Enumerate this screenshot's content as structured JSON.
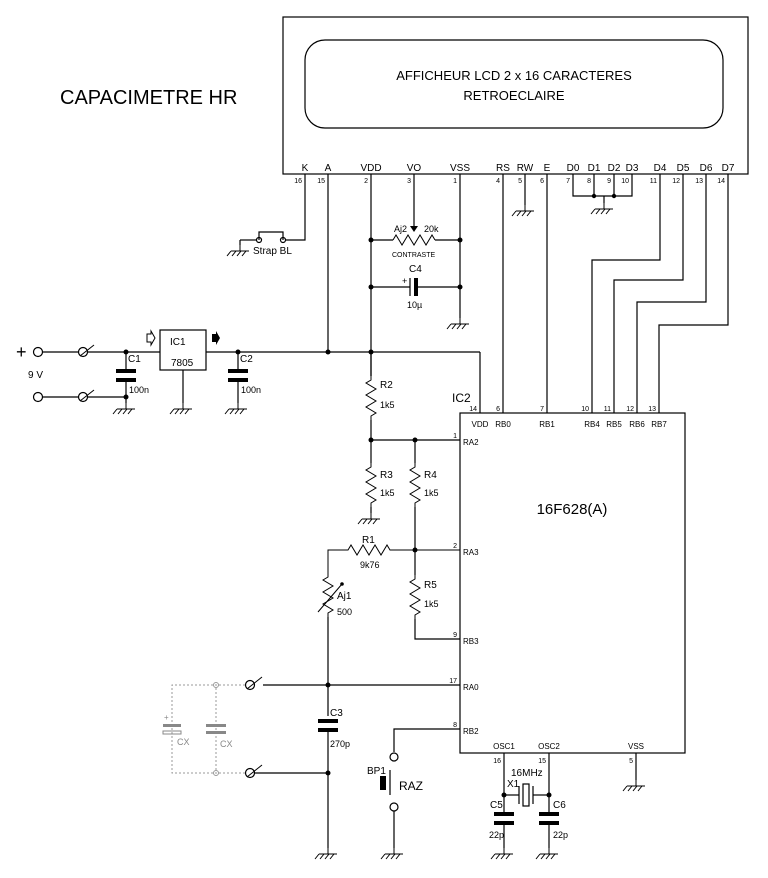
{
  "title": "CAPACIMETRE HR",
  "lcd": {
    "line1": "AFFICHEUR LCD 2 x 16 CARACTERES",
    "line2": "RETROECLAIRE",
    "pins": [
      {
        "name": "K",
        "num": "16"
      },
      {
        "name": "A",
        "num": "15"
      },
      {
        "name": "VDD",
        "num": "2"
      },
      {
        "name": "VO",
        "num": "3"
      },
      {
        "name": "VSS",
        "num": "1"
      },
      {
        "name": "RS",
        "num": "4"
      },
      {
        "name": "RW",
        "num": "5"
      },
      {
        "name": "E",
        "num": "6"
      },
      {
        "name": "D0",
        "num": "7"
      },
      {
        "name": "D1",
        "num": "8"
      },
      {
        "name": "D2",
        "num": "9"
      },
      {
        "name": "D3",
        "num": "10"
      },
      {
        "name": "D4",
        "num": "11"
      },
      {
        "name": "D5",
        "num": "12"
      },
      {
        "name": "D6",
        "num": "13"
      },
      {
        "name": "D7",
        "num": "14"
      }
    ]
  },
  "strap": "Strap BL",
  "aj2": {
    "ref": "Aj2",
    "value": "20k",
    "note": "CONTRASTE"
  },
  "c4": {
    "ref": "C4",
    "value": "10µ",
    "plus": "+"
  },
  "supply": {
    "plus": "+",
    "voltage": "9 V"
  },
  "c1": {
    "ref": "C1",
    "value": "100n"
  },
  "ic1": {
    "ref": "IC1",
    "part": "7805"
  },
  "c2": {
    "ref": "C2",
    "value": "100n"
  },
  "r2": {
    "ref": "R2",
    "value": "1k5"
  },
  "r3": {
    "ref": "R3",
    "value": "1k5"
  },
  "r4": {
    "ref": "R4",
    "value": "1k5"
  },
  "r1": {
    "ref": "R1",
    "value": "9k76"
  },
  "r5": {
    "ref": "R5",
    "value": "1k5"
  },
  "aj1": {
    "ref": "Aj1",
    "value": "500"
  },
  "c3": {
    "ref": "C3",
    "value": "270p"
  },
  "cx": {
    "a": "CX",
    "b": "CX",
    "plus": "+"
  },
  "bp1": {
    "ref": "BP1",
    "label": "RAZ"
  },
  "ic2": {
    "ref": "IC2",
    "part": "16F628(A)",
    "top_pins": [
      {
        "name": "VDD",
        "num": "14"
      },
      {
        "name": "RB0",
        "num": "6"
      },
      {
        "name": "RB1",
        "num": "7"
      },
      {
        "name": "RB4",
        "num": "10"
      },
      {
        "name": "RB5",
        "num": "11"
      },
      {
        "name": "RB6",
        "num": "12"
      },
      {
        "name": "RB7",
        "num": "13"
      }
    ],
    "left_pins": [
      {
        "name": "RA2",
        "num": "1"
      },
      {
        "name": "RA3",
        "num": "2"
      },
      {
        "name": "RB3",
        "num": "9"
      },
      {
        "name": "RA0",
        "num": "17"
      },
      {
        "name": "RB2",
        "num": "8"
      }
    ],
    "bottom_pins": [
      {
        "name": "OSC1",
        "num": "16"
      },
      {
        "name": "OSC2",
        "num": "15"
      },
      {
        "name": "VSS",
        "num": "5"
      }
    ]
  },
  "x1": {
    "ref": "X1",
    "value": "16MHz"
  },
  "c5": {
    "ref": "C5",
    "value": "22p"
  },
  "c6": {
    "ref": "C6",
    "value": "22p"
  }
}
